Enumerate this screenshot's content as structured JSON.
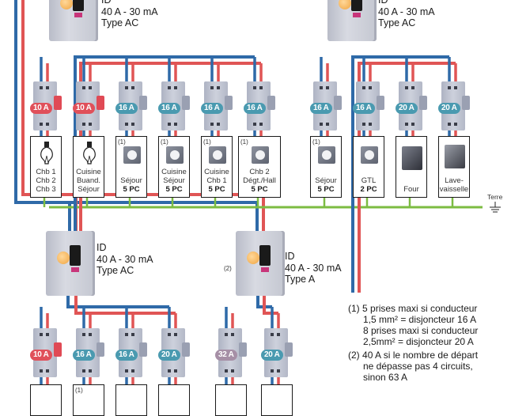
{
  "colors": {
    "phase": "#e05555",
    "neutral": "#2f6aa8",
    "earth": "#7cbc42",
    "rating_red": "#e0505a",
    "rating_teal": "#4a9ab0",
    "rating_mauve": "#a68fa6"
  },
  "earth_label": "Terre",
  "id_devices": [
    {
      "name": "ID",
      "rating": "40 A - 30 mA",
      "type": "Type AC",
      "ref": ""
    },
    {
      "name": "ID",
      "rating": "40 A - 30 mA",
      "type": "Type AC",
      "ref": ""
    },
    {
      "name": "ID",
      "rating": "40 A - 30 mA",
      "type": "Type AC",
      "ref": ""
    },
    {
      "name": "ID",
      "rating": "40 A - 30 mA",
      "type": "Type A",
      "ref": "(2)"
    }
  ],
  "circuits_group1": [
    {
      "rating": "10 A",
      "color": "red",
      "load": "lighting",
      "ref": "",
      "lines": [
        "Chb 1",
        "Chb 2",
        "Chb 3"
      ],
      "pc": ""
    },
    {
      "rating": "10 A",
      "color": "red",
      "load": "lighting",
      "ref": "",
      "lines": [
        "Cuisine",
        "Buand.",
        "Séjour"
      ],
      "pc": ""
    },
    {
      "rating": "16 A",
      "color": "teal",
      "load": "socket",
      "ref": "(1)",
      "lines": [
        "Séjour"
      ],
      "pc": "5 PC"
    },
    {
      "rating": "16 A",
      "color": "teal",
      "load": "socket",
      "ref": "(1)",
      "lines": [
        "Cuisine",
        "Séjour"
      ],
      "pc": "5 PC"
    },
    {
      "rating": "16 A",
      "color": "teal",
      "load": "socket",
      "ref": "(1)",
      "lines": [
        "Cuisine",
        "Chb 1"
      ],
      "pc": "5 PC"
    },
    {
      "rating": "16 A",
      "color": "teal",
      "load": "socket",
      "ref": "(1)",
      "lines": [
        "Chb 2",
        "Dégt./Hall"
      ],
      "pc": "5 PC"
    }
  ],
  "circuits_group2": [
    {
      "rating": "16 A",
      "color": "teal",
      "load": "socket",
      "ref": "(1)",
      "lines": [
        "Séjour"
      ],
      "pc": "5 PC"
    },
    {
      "rating": "16 A",
      "color": "teal",
      "load": "socket",
      "ref": "",
      "lines": [
        "GTL"
      ],
      "pc": "2 PC"
    },
    {
      "rating": "20 A",
      "color": "teal",
      "load": "oven",
      "ref": "",
      "lines": [
        "Four"
      ],
      "pc": ""
    },
    {
      "rating": "20 A",
      "color": "teal",
      "load": "dishwasher",
      "ref": "",
      "lines": [
        "Lave-",
        "vaisselle"
      ],
      "pc": ""
    }
  ],
  "circuits_group3": [
    {
      "rating": "10 A",
      "color": "red",
      "ref": ""
    },
    {
      "rating": "16 A",
      "color": "teal",
      "ref": "(1)"
    },
    {
      "rating": "16 A",
      "color": "teal",
      "ref": ""
    },
    {
      "rating": "20 A",
      "color": "teal",
      "ref": ""
    }
  ],
  "circuits_group4": [
    {
      "rating": "32 A",
      "color": "mauve",
      "ref": ""
    },
    {
      "rating": "20 A",
      "color": "teal",
      "ref": ""
    }
  ],
  "notes": [
    {
      "ref": "(1)",
      "lines": [
        "5 prises maxi si conducteur",
        "1,5 mm² = disjoncteur 16 A",
        "8 prises maxi si conducteur",
        "2,5mm² = disjoncteur 20 A"
      ]
    },
    {
      "ref": "(2)",
      "lines": [
        "40 A si le nombre de départ",
        "ne dépasse pas 4 circuits,",
        "sinon 63 A"
      ]
    }
  ]
}
